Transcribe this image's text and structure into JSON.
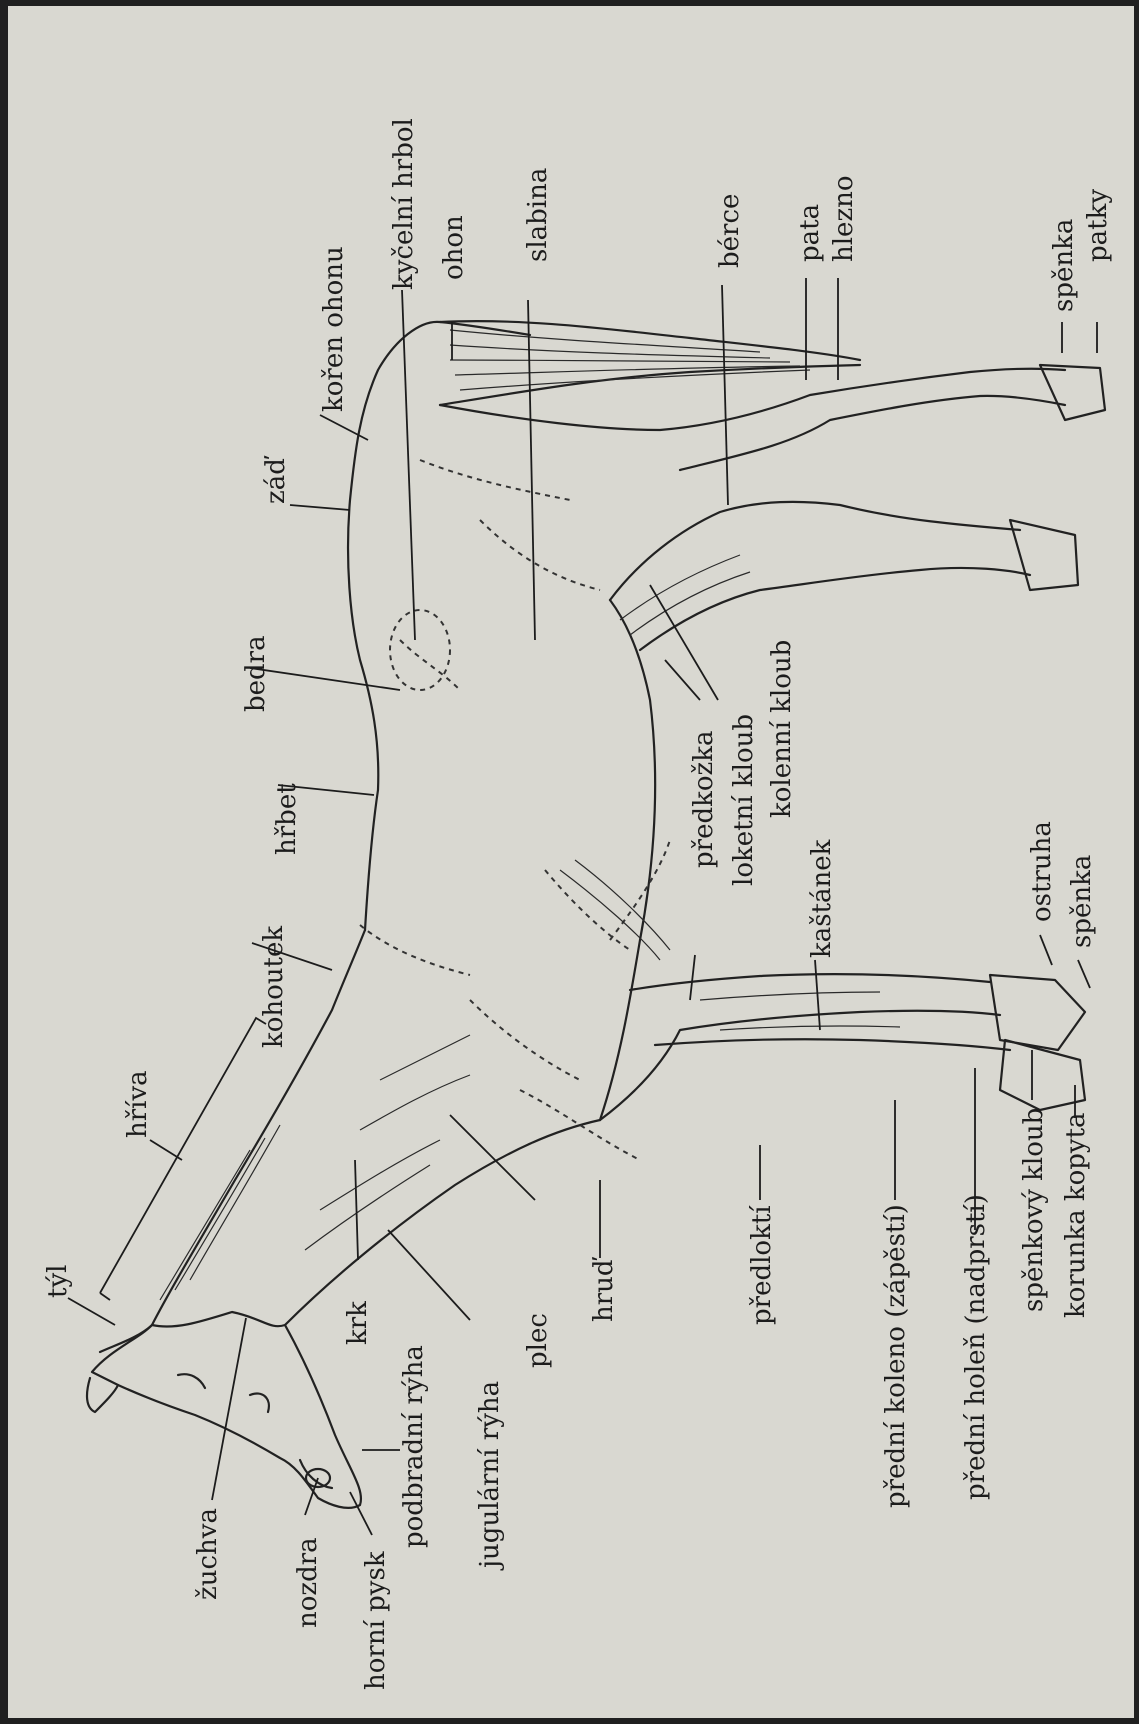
{
  "labels": {
    "tyl": "týl",
    "hriva": "hříva",
    "kohoutek": "kohoutek",
    "hrbet": "hřbet",
    "bedra": "bedra",
    "zad": "záď",
    "koren_ohonu": "kořen ohonu",
    "kycelni_hrbol": "kyčelní hrbol",
    "ohon": "ohon",
    "slabina": "slabina",
    "berce": "bérce",
    "pata": "pata",
    "hlezno": "hlezno",
    "spenka_hind": "spěnka",
    "patky": "patky",
    "zuchva": "žuchva",
    "nozdra": "nozdra",
    "horni_pysk": "horní pysk",
    "podbradni_ryha": "podbradní rýha",
    "jugularni_ryha": "jugulární rýha",
    "krk": "krk",
    "plec": "plec",
    "hrud": "hruď",
    "predlokti": "předloktí",
    "predni_koleno": "přední koleno (zápěstí)",
    "predni_holen": "přední holeň (nadprstí)",
    "spenkovy_kloub": "spěnkový kloub",
    "korunka_kopyta": "korunka kopyta",
    "predkozka": "předkožka",
    "loketni_kloub": "loketní kloub",
    "kolenni_kloub": "kolenní kloub",
    "kastanek": "kaštánek",
    "ostruha": "ostruha",
    "spenka_front": "spěnka"
  }
}
